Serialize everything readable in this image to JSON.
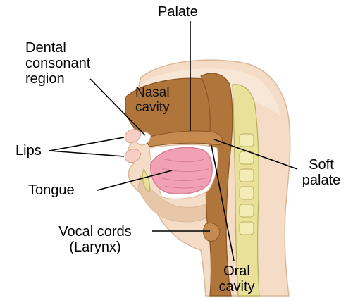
{
  "labels": {
    "palate": "Palate",
    "dental_line1": "Dental",
    "dental_line2": "consonant",
    "dental_line3": "region",
    "nasal_line1": "Nasal",
    "nasal_line2": "cavity",
    "lips": "Lips",
    "tongue": "Tongue",
    "soft_line1": "Soft",
    "soft_line2": "palate",
    "vocal_line1": "Vocal cords",
    "vocal_line2": "(Larynx)",
    "oral_line1": "Oral",
    "oral_line2": "cavity"
  },
  "colors": {
    "skin": "#f4dcc6",
    "tissue": "#b0753a",
    "tissue_dark": "#8a5423",
    "tongue": "#f2a0b4",
    "spine": "#e9e09a",
    "leader": "#000000"
  }
}
